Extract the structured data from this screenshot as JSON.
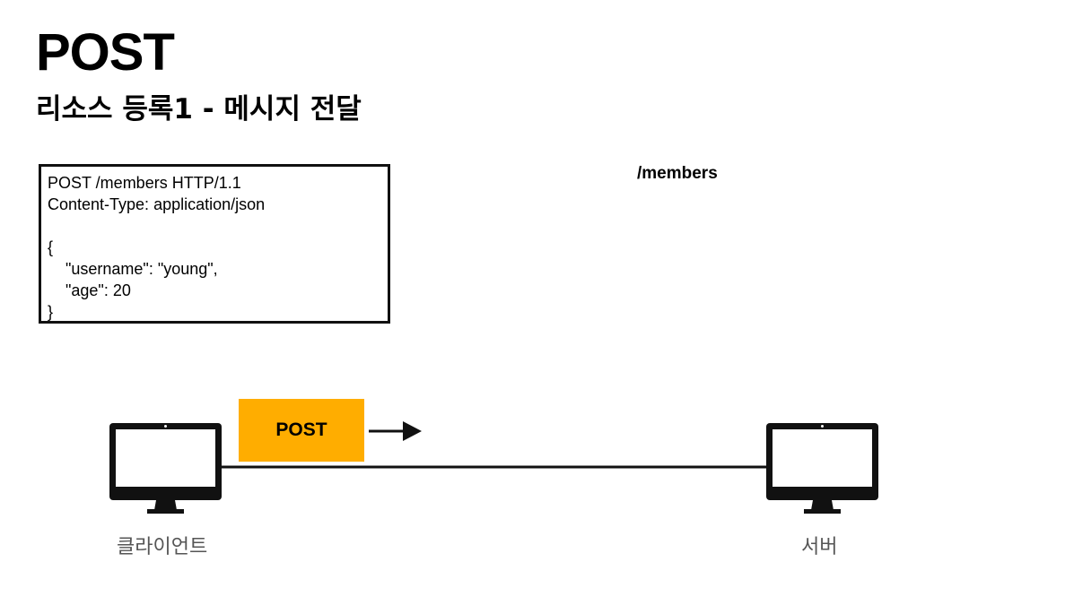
{
  "header": {
    "title": "POST",
    "subtitle": "리소스 등록1 - 메시지 전달"
  },
  "request": {
    "lines": [
      "POST /members HTTP/1.1",
      "Content-Type: application/json",
      "",
      "{",
      "    \"username\": \"young\",",
      "    \"age\": 20",
      "}"
    ]
  },
  "server_path": "/members",
  "message": {
    "method_label": "POST"
  },
  "nodes": {
    "client_label": "클라이언트",
    "server_label": "서버"
  },
  "colors": {
    "method_box": "#FFAD00",
    "line": "#111111"
  }
}
